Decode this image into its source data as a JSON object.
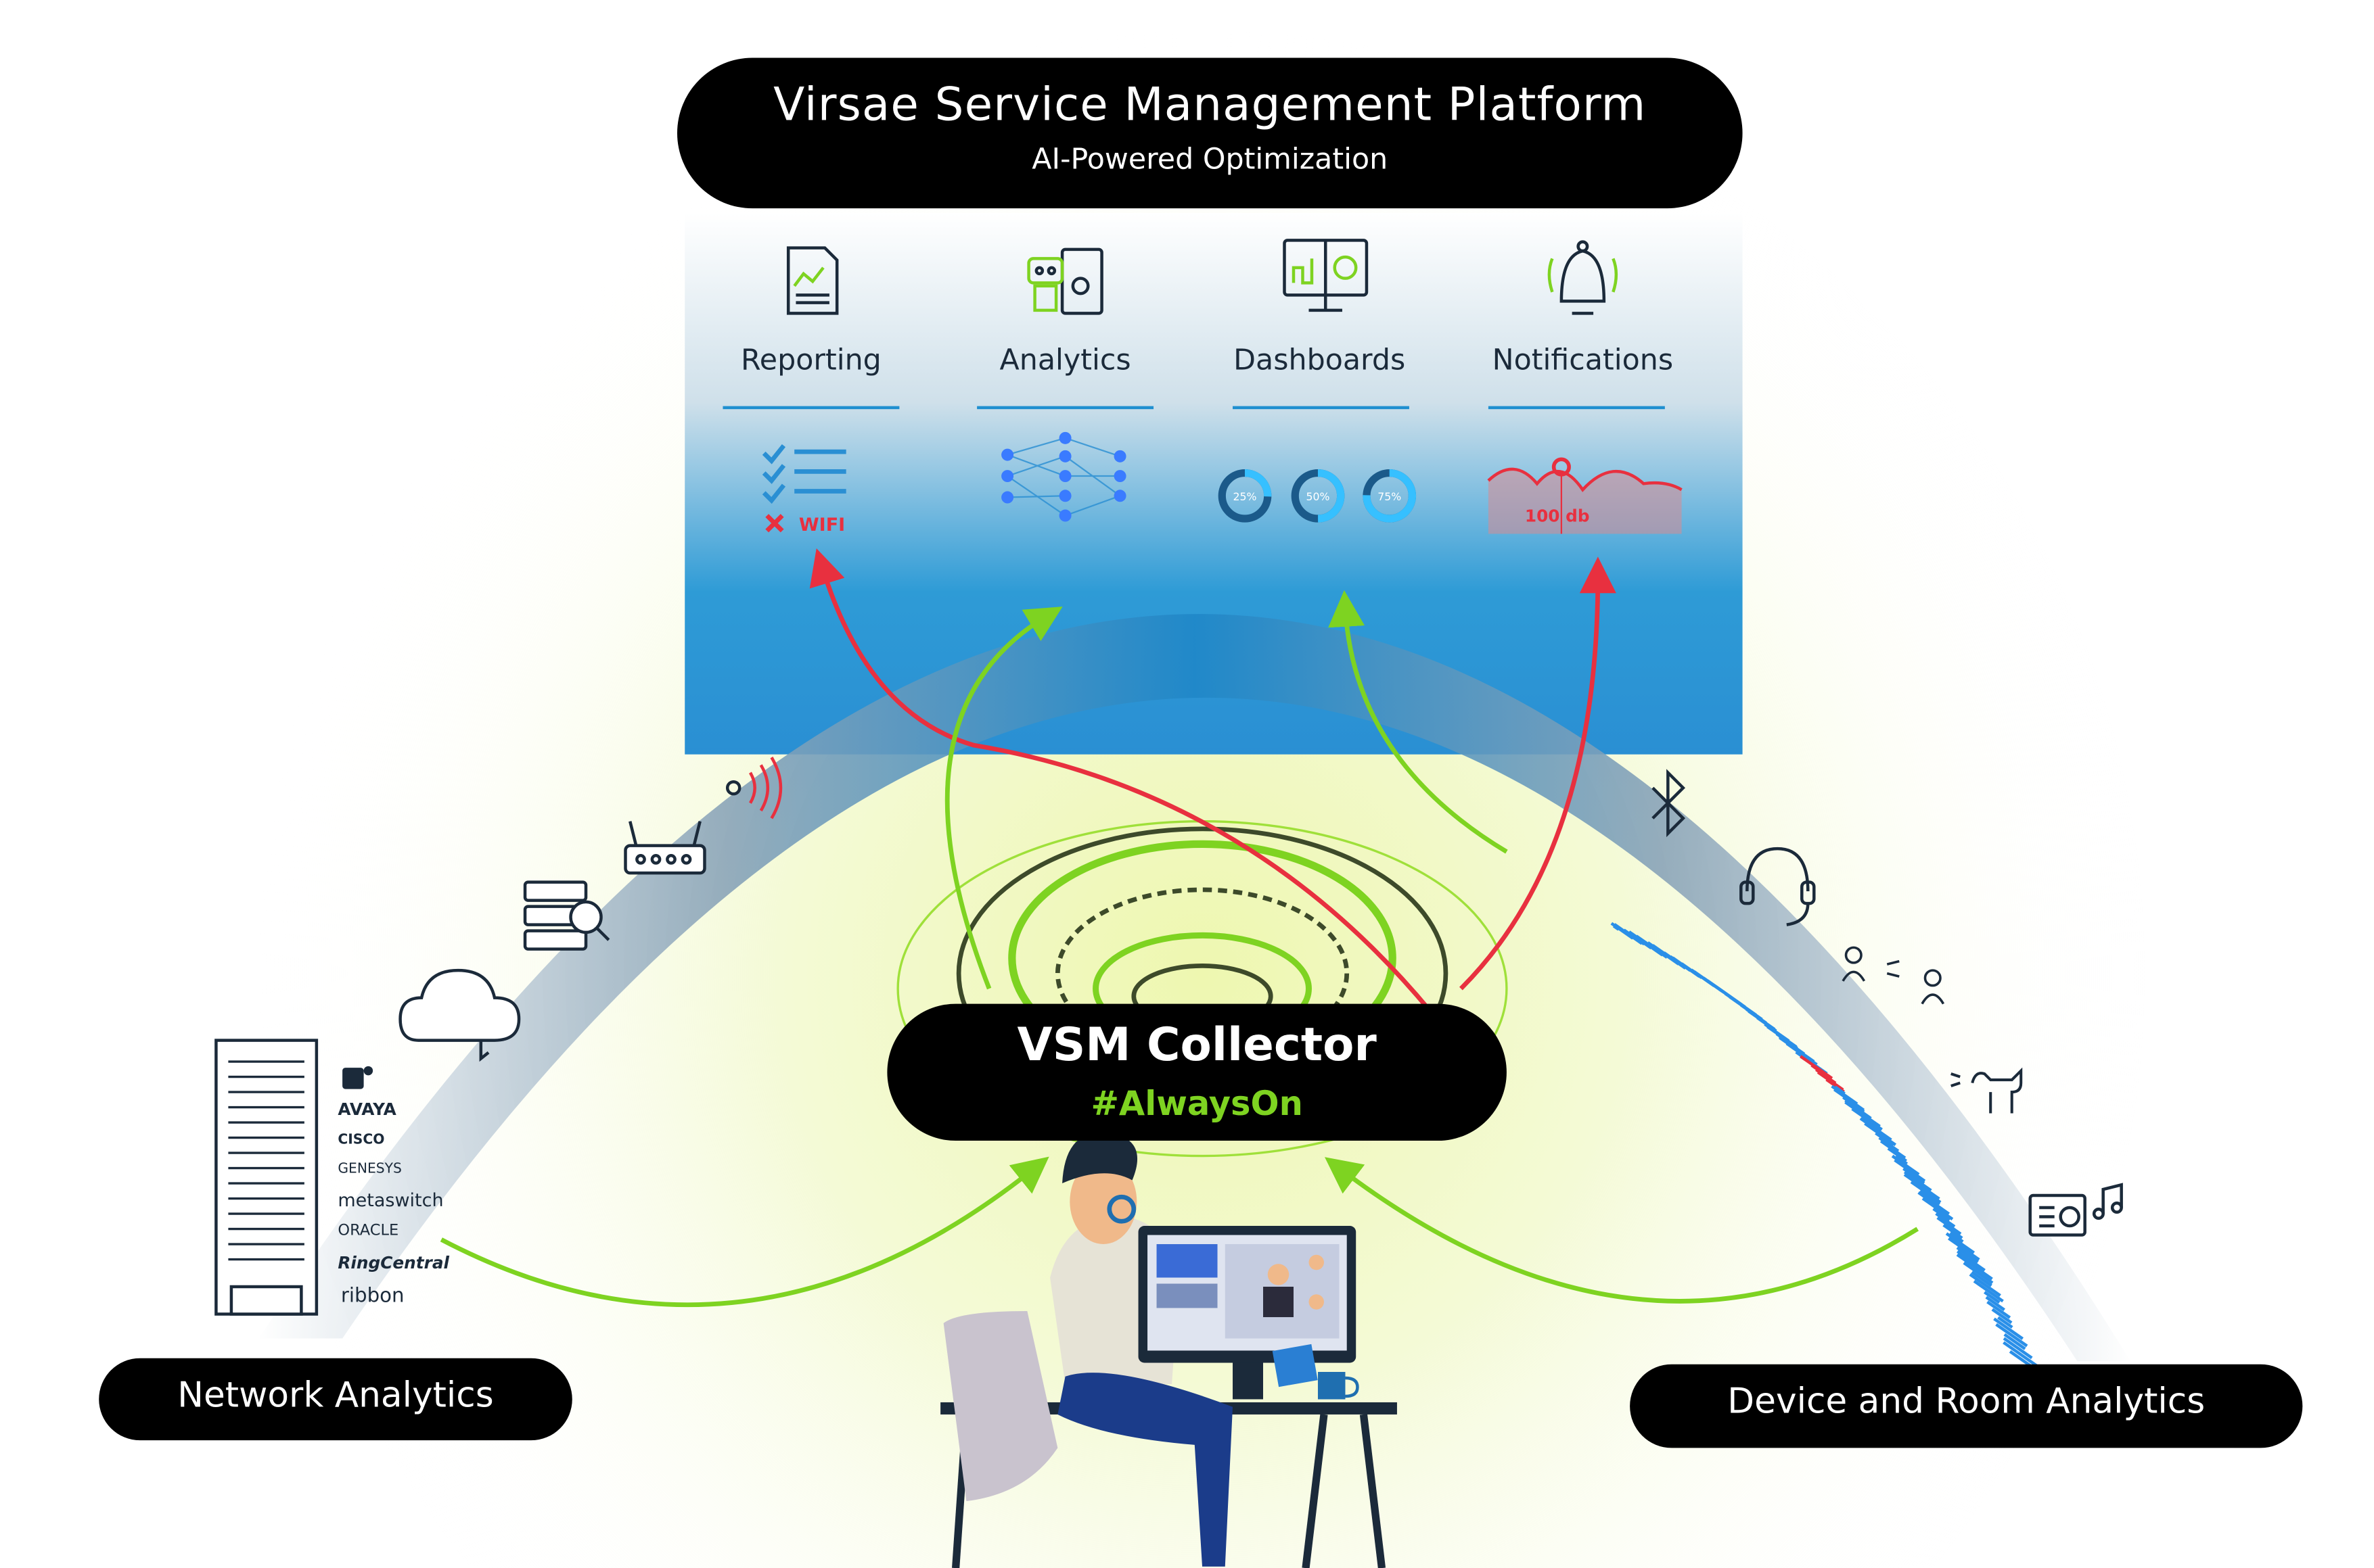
{
  "platform": {
    "title": "Virsae Service Management Platform",
    "subtitle": "AI-Powered Optimization"
  },
  "features": [
    {
      "label": "Reporting",
      "icon": "report-document-icon",
      "widget_icon": "checklist-icon",
      "widget_text": "WIFI"
    },
    {
      "label": "Analytics",
      "icon": "robot-analytics-icon",
      "widget_icon": "neural-network-icon"
    },
    {
      "label": "Dashboards",
      "icon": "dashboard-monitor-icon",
      "widget_icon": "donut-gauges-icon",
      "gauges": [
        "25%",
        "50%",
        "75%"
      ]
    },
    {
      "label": "Notifications",
      "icon": "bell-icon",
      "widget_icon": "alert-wave-icon",
      "widget_text": "100 db"
    }
  ],
  "collector": {
    "title": "VSM Collector",
    "tagline": "#AlwaysOn"
  },
  "network": {
    "label": "Network Analytics",
    "icons": [
      "wifi-signal-icon",
      "router-icon",
      "server-search-icon",
      "cloud-icon",
      "server-rack-icon"
    ],
    "vendors": [
      "AVAYA",
      "CISCO",
      "GENESYS",
      "metaswitch",
      "ORACLE",
      "RingCentral",
      "ribbon"
    ]
  },
  "device": {
    "label": "Device and Room Analytics",
    "icons": [
      "bluetooth-icon",
      "headset-icon",
      "people-talking-icon",
      "dog-icon",
      "radio-icon",
      "music-note-icon"
    ]
  },
  "colors": {
    "accent_green": "#7ed321",
    "alert_red": "#e8303f",
    "sky_blue": "#1f8fd0",
    "pill_black": "#000000"
  }
}
